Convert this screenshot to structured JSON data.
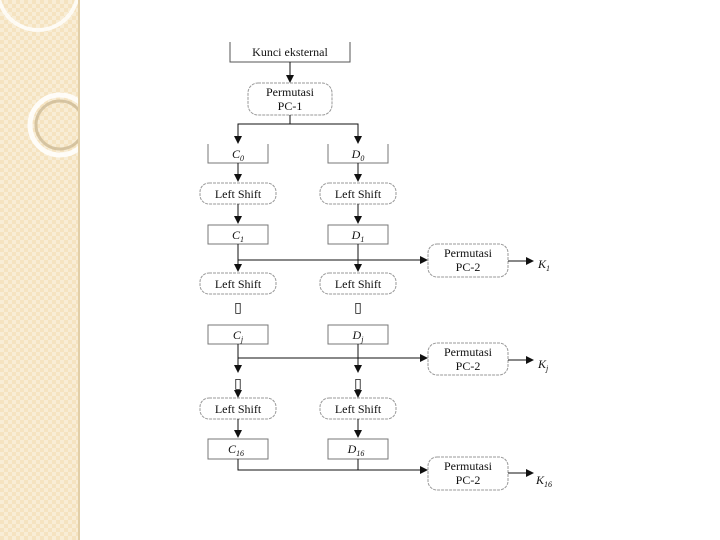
{
  "diagram": {
    "top_box": "Kunci eksternal",
    "pc1": [
      "Permutasi",
      "PC-1"
    ],
    "left_col": {
      "c0": {
        "base": "C",
        "sub": "0"
      },
      "c1": {
        "base": "C",
        "sub": "1"
      },
      "cj": {
        "base": "C",
        "sub": "j"
      },
      "c16": {
        "base": "C",
        "sub": "16"
      }
    },
    "right_col": {
      "d0": {
        "base": "D",
        "sub": "0"
      },
      "d1": {
        "base": "D",
        "sub": "1"
      },
      "dj": {
        "base": "D",
        "sub": "j"
      },
      "d16": {
        "base": "D",
        "sub": "16"
      }
    },
    "left_shift": "Left Shift",
    "ellipsis": "▯",
    "pc2": [
      "Permutasi",
      "PC-2"
    ],
    "keys": {
      "k1": {
        "base": "K",
        "sub": "1"
      },
      "kj": {
        "base": "K",
        "sub": "j"
      },
      "k16": {
        "base": "K",
        "sub": "16"
      }
    }
  }
}
